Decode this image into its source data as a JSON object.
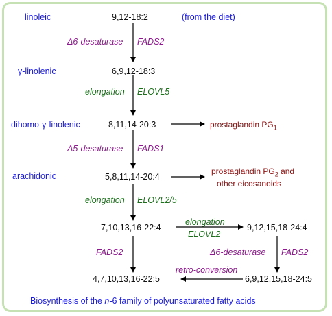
{
  "names": {
    "linoleic": "linoleic",
    "gamma_linolenic": "γ-linolenic",
    "dihomo": "dihomo-γ-linolenic",
    "arachidonic": "arachidonic"
  },
  "formulas": {
    "f1": "9,12-18:2",
    "f2": "6,9,12-18:3",
    "f3": "8,11,14-20:3",
    "f4": "5,8,11,14-20:4",
    "f5": "7,10,13,16-22:4",
    "f6": "9,12,15,18-24:4",
    "f7": "6,9,12,15,18-24:5",
    "f8": "4,7,10,13,16-22:5"
  },
  "diet_note": "(from the diet)",
  "enzymes": {
    "d6_desaturase_1": "Δ6-desaturase",
    "fads2_1": "FADS2",
    "elongation_1": "elongation",
    "elovl5": "ELOVL5",
    "d5_desaturase": "Δ5-desaturase",
    "fads1": "FADS1",
    "elongation_2": "elongation",
    "elovl2_5": "ELOVL2/5",
    "elongation_3": "elongation",
    "elovl2": "ELOVL2",
    "d6_desaturase_2": "Δ6-desaturase",
    "fads2_2": "FADS2",
    "fads2_3": "FADS2",
    "retro_conversion": "retro-conversion"
  },
  "products": {
    "pg1_prefix": "prostaglandin PG",
    "pg1_sub": "1",
    "pg2_prefix": "prostaglandin PG",
    "pg2_sub": "2",
    "pg2_suffix": " and",
    "pg2_line2": "other eicosanoids"
  },
  "caption": {
    "prefix": "Biosynthesis of the ",
    "italic": "n",
    "suffix": "-6 family of polyunsaturated fatty acids"
  },
  "colors": {
    "frame_border": "#c6e2b4",
    "name_blue": "#1a1adc",
    "enzyme_purple": "#8b1a8b",
    "elongation_green": "#1e6e1e",
    "product_red": "#8a1010"
  }
}
